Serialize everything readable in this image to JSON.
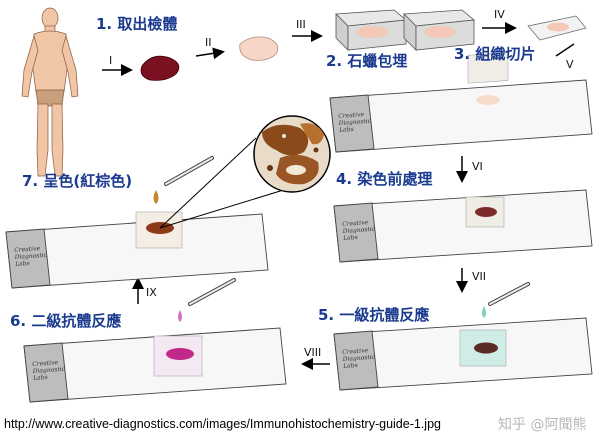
{
  "steps": [
    {
      "num": "1.",
      "label": "取出檢體"
    },
    {
      "num": "2.",
      "label": "石蠟包埋"
    },
    {
      "num": "3.",
      "label": "組織切片"
    },
    {
      "num": "4.",
      "label": "染色前處理"
    },
    {
      "num": "5.",
      "label": "一級抗體反應"
    },
    {
      "num": "6.",
      "label": "二級抗體反應"
    },
    {
      "num": "7.",
      "label": "呈色(紅棕色)"
    }
  ],
  "numerals": [
    "I",
    "II",
    "III",
    "IV",
    "V",
    "VI",
    "VII",
    "VIII",
    "IX"
  ],
  "slide_label": "Creative Diagnostic Labs",
  "source_url": "http://www.creative-diagnostics.com/images/Immunohistochemistry-guide-1.jpg",
  "watermark": "知乎 @阿聞熊",
  "colors": {
    "step_text": "#1a3a8f",
    "tissue_dark": "#7a1a1a",
    "tissue_pink": "#f3c9b8",
    "stain_magenta": "#c0288a",
    "stain_brown": "#8b3a1a"
  }
}
